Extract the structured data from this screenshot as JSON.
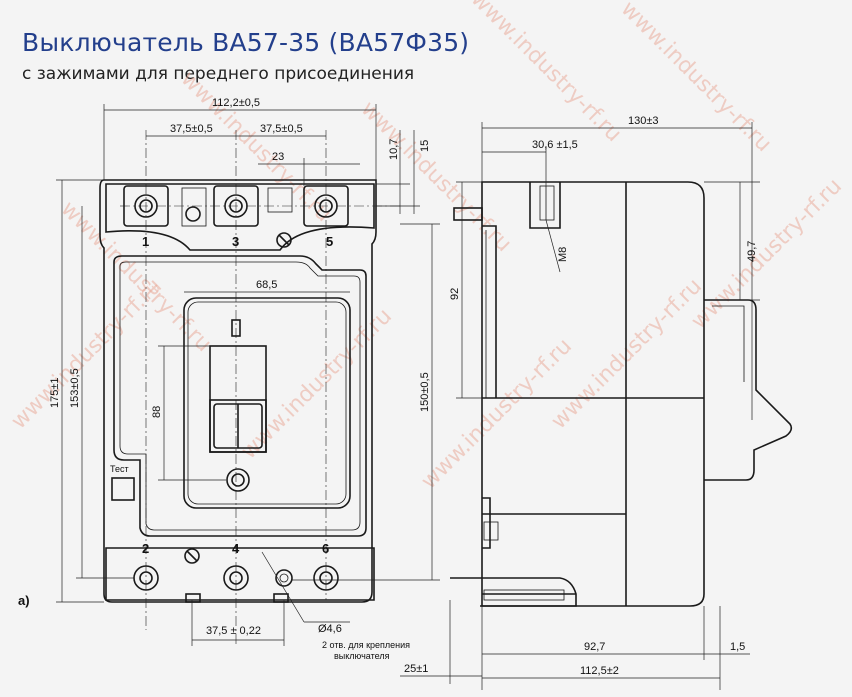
{
  "header": {
    "title": "Выключатель ВА57-35 (ВА57Ф35)",
    "subtitle": "с зажимами для переднего присоединения"
  },
  "front_view": {
    "dims": {
      "overall_width": "112,2±0,5",
      "pitch_left": "37,5±0,5",
      "pitch_right": "37,5±0,5",
      "terminal_gap": "23",
      "top_offset_1": "10,7",
      "top_offset_2": "15",
      "window_width": "68,5",
      "handle_height": "88",
      "total_height": "175±1",
      "inner_height": "153±0,5",
      "mount_height": "150±0,5",
      "bottom_pitch": "37,5 ± 0,22",
      "hole_diameter": "Ø4,6"
    },
    "terminals_top": [
      "1",
      "3",
      "5"
    ],
    "terminals_bottom": [
      "2",
      "4",
      "6"
    ],
    "test_label": "Тест",
    "hole_note": "2 отв. для крепления выключателя",
    "view_label": "а)"
  },
  "side_view": {
    "dims": {
      "overall_depth": "130±3",
      "terminal_offset": "30,6 ±1,5",
      "thread": "M8",
      "height_right": "49,7",
      "height_left": "92",
      "base_depth": "92,7",
      "step": "1,5",
      "rail": "25±1",
      "body_depth": "112,5±2"
    }
  },
  "watermark": "www.industry-rf.ru"
}
